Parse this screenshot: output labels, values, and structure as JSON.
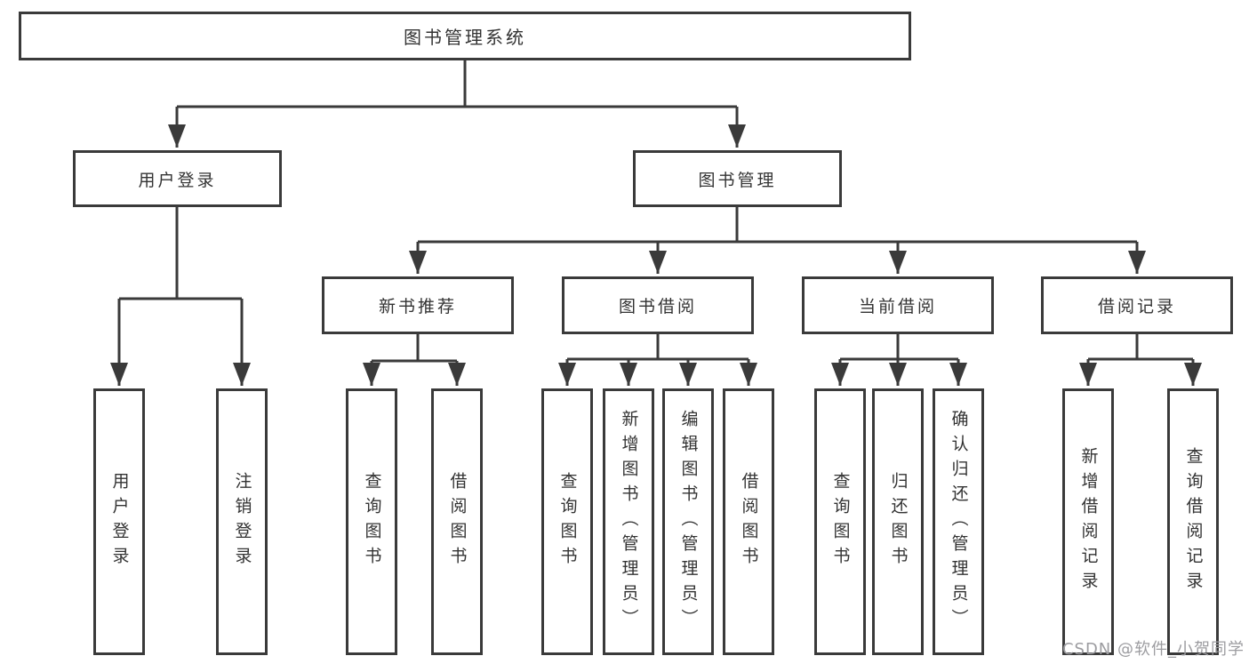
{
  "diagram": {
    "type": "hierarchy-flowchart",
    "root": {
      "label": "图书管理系统"
    },
    "branches": [
      {
        "label": "用户登录",
        "children": [
          {
            "label": "用户登录"
          },
          {
            "label": "注销登录"
          }
        ]
      },
      {
        "label": "图书管理",
        "children": [
          {
            "label": "新书推荐",
            "children": [
              {
                "label": "查询图书"
              },
              {
                "label": "借阅图书"
              }
            ]
          },
          {
            "label": "图书借阅",
            "children": [
              {
                "label": "查询图书"
              },
              {
                "label": "新增图书（管理员）"
              },
              {
                "label": "编辑图书（管理员）"
              },
              {
                "label": "借阅图书"
              }
            ]
          },
          {
            "label": "当前借阅",
            "children": [
              {
                "label": "查询图书"
              },
              {
                "label": "归还图书"
              },
              {
                "label": "确认归还（管理员）"
              }
            ]
          },
          {
            "label": "借阅记录",
            "children": [
              {
                "label": "新增借阅记录"
              },
              {
                "label": "查询借阅记录"
              }
            ]
          }
        ]
      }
    ]
  },
  "watermark": {
    "text": "CSDN @软件_小贺同学"
  },
  "colors": {
    "line": "#3a3a3a",
    "box_border": "#3a3a3a",
    "text": "#333333",
    "watermark_text": "#9c9ca0",
    "background": "#ffffff"
  }
}
